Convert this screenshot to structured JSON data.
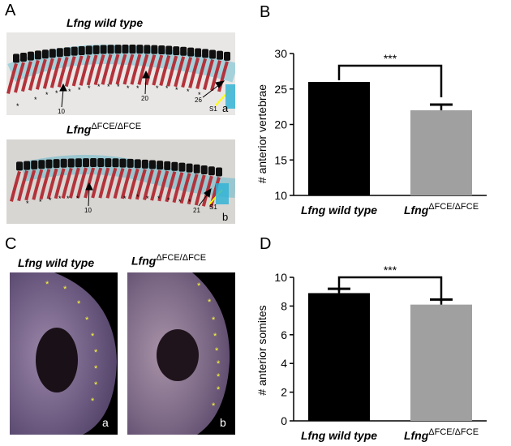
{
  "panels": {
    "A": "A",
    "B": "B",
    "C": "C",
    "D": "D"
  },
  "panelA": {
    "caption_top": "Lfng wild type",
    "caption_bottom_base": "Lfng",
    "caption_bottom_sup": "ΔFCE/ΔFCE",
    "top_labels": {
      "n10": "10",
      "n20": "20",
      "n26": "26",
      "s1": "S1",
      "sub": "a"
    },
    "bottom_labels": {
      "n10": "10",
      "n21": "21",
      "s1": "S1",
      "sub": "b"
    }
  },
  "panelC": {
    "caption_left": "Lfng wild type",
    "caption_right_base": "Lfng",
    "caption_right_sup": "ΔFCE/ΔFCE",
    "sub_left": "a",
    "sub_right": "b"
  },
  "colors": {
    "wildtype": "#000000",
    "mutant": "#a0a0a0",
    "star": "#ffff33",
    "cartilage": "#29a8c8",
    "bone": "#b4323a"
  },
  "chart_data": [
    {
      "type": "bar",
      "panel": "B",
      "categories": [
        "Lfng wild type",
        "Lfng ΔFCE/ΔFCE"
      ],
      "category_base": [
        "Lfng wild type",
        "Lfng"
      ],
      "category_sup": [
        "",
        "ΔFCE/ΔFCE"
      ],
      "values": [
        26,
        22
      ],
      "errors": [
        0,
        0.8
      ],
      "ylabel": "# anterior vertebrae",
      "ylim": [
        10,
        30
      ],
      "yticks": [
        "10",
        "15",
        "20",
        "25",
        "30"
      ],
      "significance": "***"
    },
    {
      "type": "bar",
      "panel": "D",
      "categories": [
        "Lfng wild type",
        "Lfng ΔFCE/ΔFCE"
      ],
      "category_base": [
        "Lfng wild type",
        "Lfng"
      ],
      "category_sup": [
        "",
        "ΔFCE/ΔFCE"
      ],
      "values": [
        8.9,
        8.1
      ],
      "errors": [
        0.3,
        0.35
      ],
      "ylabel": "# anterior somites",
      "ylim": [
        0,
        10
      ],
      "yticks": [
        "0",
        "2",
        "4",
        "6",
        "8",
        "10"
      ],
      "significance": "***"
    }
  ]
}
